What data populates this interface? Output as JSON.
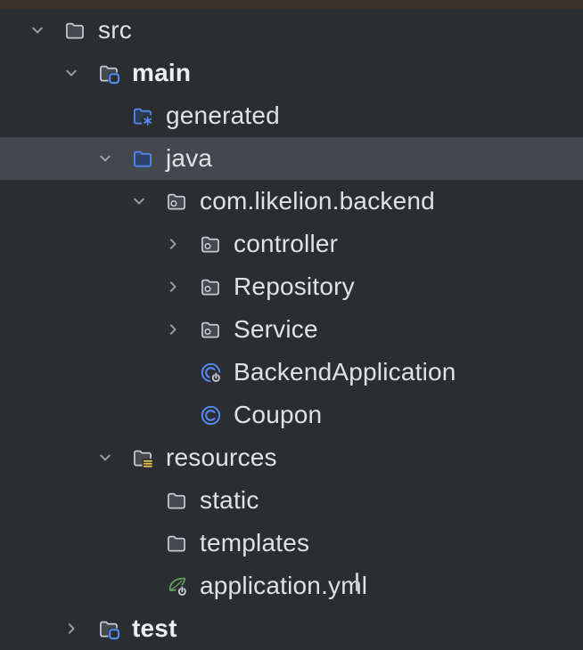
{
  "colors": {
    "background": "#2b2d30",
    "top_strip": "#3a3129",
    "selection": "#44474c",
    "text": "#dfe1e5",
    "text_bold": "#eceef0",
    "accent_blue": "#548af7",
    "folder_stroke": "#c6c9cf",
    "folder_fill": "#47494e",
    "sources_root_fill": "#2d4368",
    "generated_fill": "#2d3a55",
    "resources_yellow": "#e8bf4d",
    "spring_green": "#5f9e63",
    "chevron_gray": "#9ca1a8",
    "badge_glyph": "#cdd0d5"
  },
  "tree": {
    "rows": [
      {
        "label": "src",
        "level": 0,
        "chevron": "down",
        "icon": "folder-icon",
        "bold": false,
        "selected": false
      },
      {
        "label": "main",
        "level": 1,
        "chevron": "down",
        "icon": "module-folder-icon",
        "bold": true,
        "selected": false
      },
      {
        "label": "generated",
        "level": 2,
        "chevron": null,
        "icon": "generated-sources-folder-icon",
        "bold": false,
        "selected": false
      },
      {
        "label": "java",
        "level": 2,
        "chevron": "down",
        "icon": "sources-root-folder-icon",
        "bold": false,
        "selected": true
      },
      {
        "label": "com.likelion.backend",
        "level": 3,
        "chevron": "down",
        "icon": "package-icon",
        "bold": false,
        "selected": false
      },
      {
        "label": "controller",
        "level": 4,
        "chevron": "right",
        "icon": "package-icon",
        "bold": false,
        "selected": false
      },
      {
        "label": "Repository",
        "level": 4,
        "chevron": "right",
        "icon": "package-icon",
        "bold": false,
        "selected": false
      },
      {
        "label": "Service",
        "level": 4,
        "chevron": "right",
        "icon": "package-icon",
        "bold": false,
        "selected": false
      },
      {
        "label": "BackendApplication",
        "level": 4,
        "chevron": null,
        "icon": "runnable-class-icon",
        "bold": false,
        "selected": false
      },
      {
        "label": "Coupon",
        "level": 4,
        "chevron": null,
        "icon": "class-icon",
        "bold": false,
        "selected": false
      },
      {
        "label": "resources",
        "level": 2,
        "chevron": "down",
        "icon": "resources-root-folder-icon",
        "bold": false,
        "selected": false
      },
      {
        "label": "static",
        "level": 3,
        "chevron": null,
        "icon": "folder-icon",
        "bold": false,
        "selected": false
      },
      {
        "label": "templates",
        "level": 3,
        "chevron": null,
        "icon": "folder-icon",
        "bold": false,
        "selected": false
      },
      {
        "label": "application.yml",
        "level": 3,
        "chevron": null,
        "icon": "spring-config-file-icon",
        "bold": false,
        "selected": false
      },
      {
        "label": "test",
        "level": 1,
        "chevron": "right",
        "icon": "module-folder-icon",
        "bold": true,
        "selected": false
      }
    ]
  }
}
